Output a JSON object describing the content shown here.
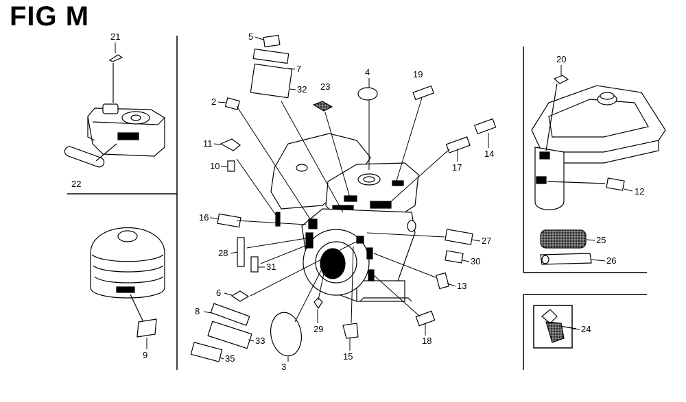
{
  "title": "FIG M",
  "colors": {
    "ink": "#000000",
    "paper": "#ffffff",
    "label_fill": "#d8d8d8"
  },
  "callouts": [
    "2",
    "3",
    "4",
    "5",
    "6",
    "7",
    "8",
    "9",
    "10",
    "11",
    "12",
    "13",
    "14",
    "15",
    "16",
    "17",
    "18",
    "19",
    "20",
    "21",
    "22",
    "23",
    "24",
    "25",
    "26",
    "27",
    "28",
    "29",
    "30",
    "31",
    "32",
    "33",
    "35"
  ]
}
